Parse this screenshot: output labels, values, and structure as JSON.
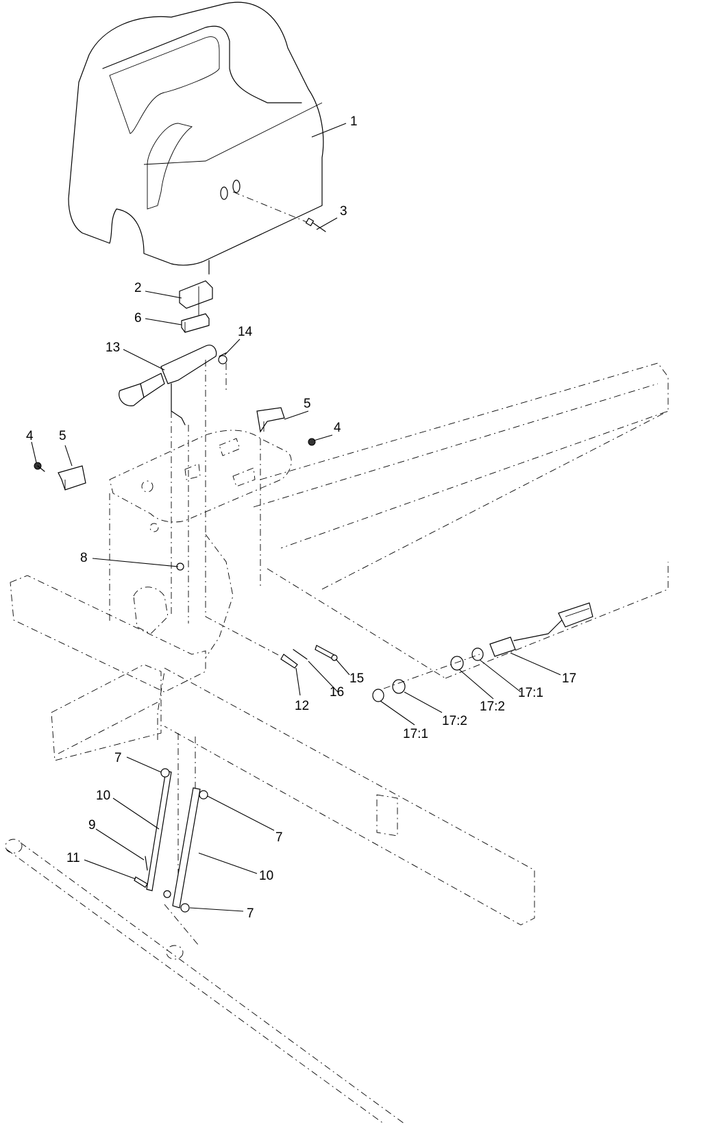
{
  "callouts": [
    {
      "id": "c1",
      "text": "1"
    },
    {
      "id": "c2",
      "text": "2"
    },
    {
      "id": "c3",
      "text": "3"
    },
    {
      "id": "c4a",
      "text": "4"
    },
    {
      "id": "c4b",
      "text": "4"
    },
    {
      "id": "c5a",
      "text": "5"
    },
    {
      "id": "c5b",
      "text": "5"
    },
    {
      "id": "c6",
      "text": "6"
    },
    {
      "id": "c7a",
      "text": "7"
    },
    {
      "id": "c7b",
      "text": "7"
    },
    {
      "id": "c7c",
      "text": "7"
    },
    {
      "id": "c8",
      "text": "8"
    },
    {
      "id": "c9",
      "text": "9"
    },
    {
      "id": "c10a",
      "text": "10"
    },
    {
      "id": "c10b",
      "text": "10"
    },
    {
      "id": "c11",
      "text": "11"
    },
    {
      "id": "c12",
      "text": "12"
    },
    {
      "id": "c13",
      "text": "13"
    },
    {
      "id": "c14",
      "text": "14"
    },
    {
      "id": "c15",
      "text": "15"
    },
    {
      "id": "c16",
      "text": "16"
    },
    {
      "id": "c17",
      "text": "17"
    },
    {
      "id": "c171a",
      "text": "17:1"
    },
    {
      "id": "c171b",
      "text": "17:1"
    },
    {
      "id": "c172a",
      "text": "17:2"
    },
    {
      "id": "c172b",
      "text": "17:2"
    }
  ]
}
